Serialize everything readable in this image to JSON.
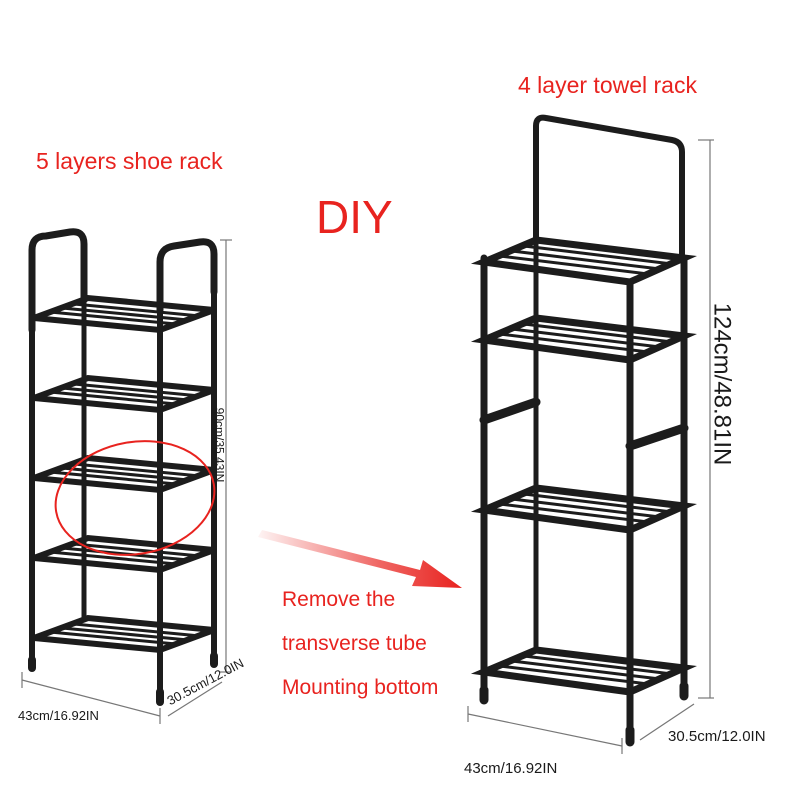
{
  "left_rack": {
    "title": "5 layers shoe rack",
    "height_label": "90cm/35.43IN",
    "width_label": "43cm/16.92IN",
    "depth_label": "30.5cm/12.0IN"
  },
  "center": {
    "diy_label": "DIY",
    "instructions": [
      "Remove the",
      "transverse tube",
      "Mounting bottom"
    ]
  },
  "right_rack": {
    "title": "4 layer towel rack",
    "height_label": "124cm/48.81IN",
    "width_label": "43cm/16.92IN",
    "depth_label": "30.5cm/12.0IN"
  },
  "colors": {
    "accent": "#e8231f",
    "rack": "#1c1c1c",
    "dimension_line": "#777777"
  }
}
